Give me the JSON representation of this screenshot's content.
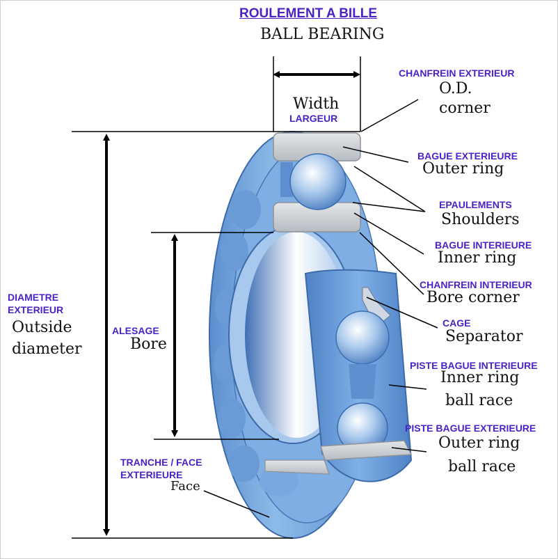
{
  "title": {
    "french": "ROULEMENT A BILLE",
    "english": "BALL BEARING"
  },
  "labels": {
    "width": {
      "fr": "LARGEUR",
      "en": "Width"
    },
    "od_corner": {
      "fr": "CHANFREIN EXTERIEUR",
      "en_1": "O.D.",
      "en_2": "corner"
    },
    "outer_ring": {
      "fr": "BAGUE EXTERIEURE",
      "en": "Outer ring"
    },
    "shoulders": {
      "fr": "EPAULEMENTS",
      "en": "Shoulders"
    },
    "inner_ring": {
      "fr": "BAGUE INTERIEURE",
      "en": "Inner ring"
    },
    "bore_corner": {
      "fr": "CHANFREIN INTERIEUR",
      "en": "Bore corner"
    },
    "separator": {
      "fr": "CAGE",
      "en": "Separator"
    },
    "inner_ring_race": {
      "fr": "PISTE BAGUE INTERIEURE",
      "en_1": "Inner ring",
      "en_2": "ball race"
    },
    "outer_ring_race": {
      "fr": "PISTE BAGUE EXTERIEURE",
      "en_1": "Outer ring",
      "en_2": "ball race"
    },
    "outside_diameter": {
      "fr_1": "DIAMETRE",
      "fr_2": "EXTERIEUR",
      "en_1": "Outside",
      "en_2": "diameter"
    },
    "bore": {
      "fr": "ALESAGE",
      "en": "Bore"
    },
    "face": {
      "fr_1": "TRANCHE / FACE",
      "fr_2": "EXTERIEURE",
      "en": "Face"
    }
  },
  "colors": {
    "french_label": "#4a22c8",
    "ring_blue": "#6fa3dc",
    "steel": "#c9ced3"
  }
}
